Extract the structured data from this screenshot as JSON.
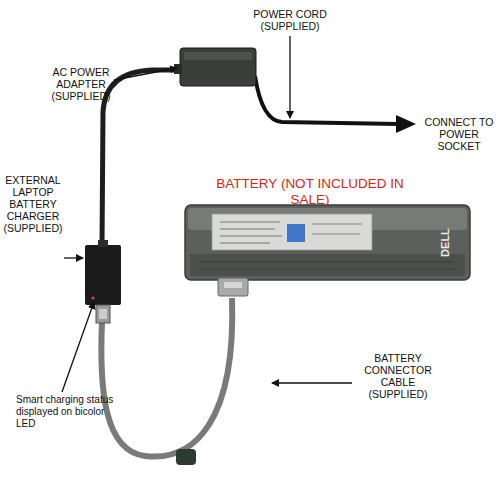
{
  "diagram": {
    "labels": [
      "POWER CORD (SUPPLIED)",
      "AC POWER ADAPTER (SUPPLIED)",
      "CONNECT TO POWER SOCKET",
      "EXTERNAL LAPTOP BATTERY CHARGER (SUPPLIED)",
      "BATTERY (NOT INCLUDED IN SALE)",
      "DELL",
      "BATTERY CONNECTOR CABLE (SUPPLIED)",
      "Smart charging status displayed on bicolor LED"
    ]
  }
}
